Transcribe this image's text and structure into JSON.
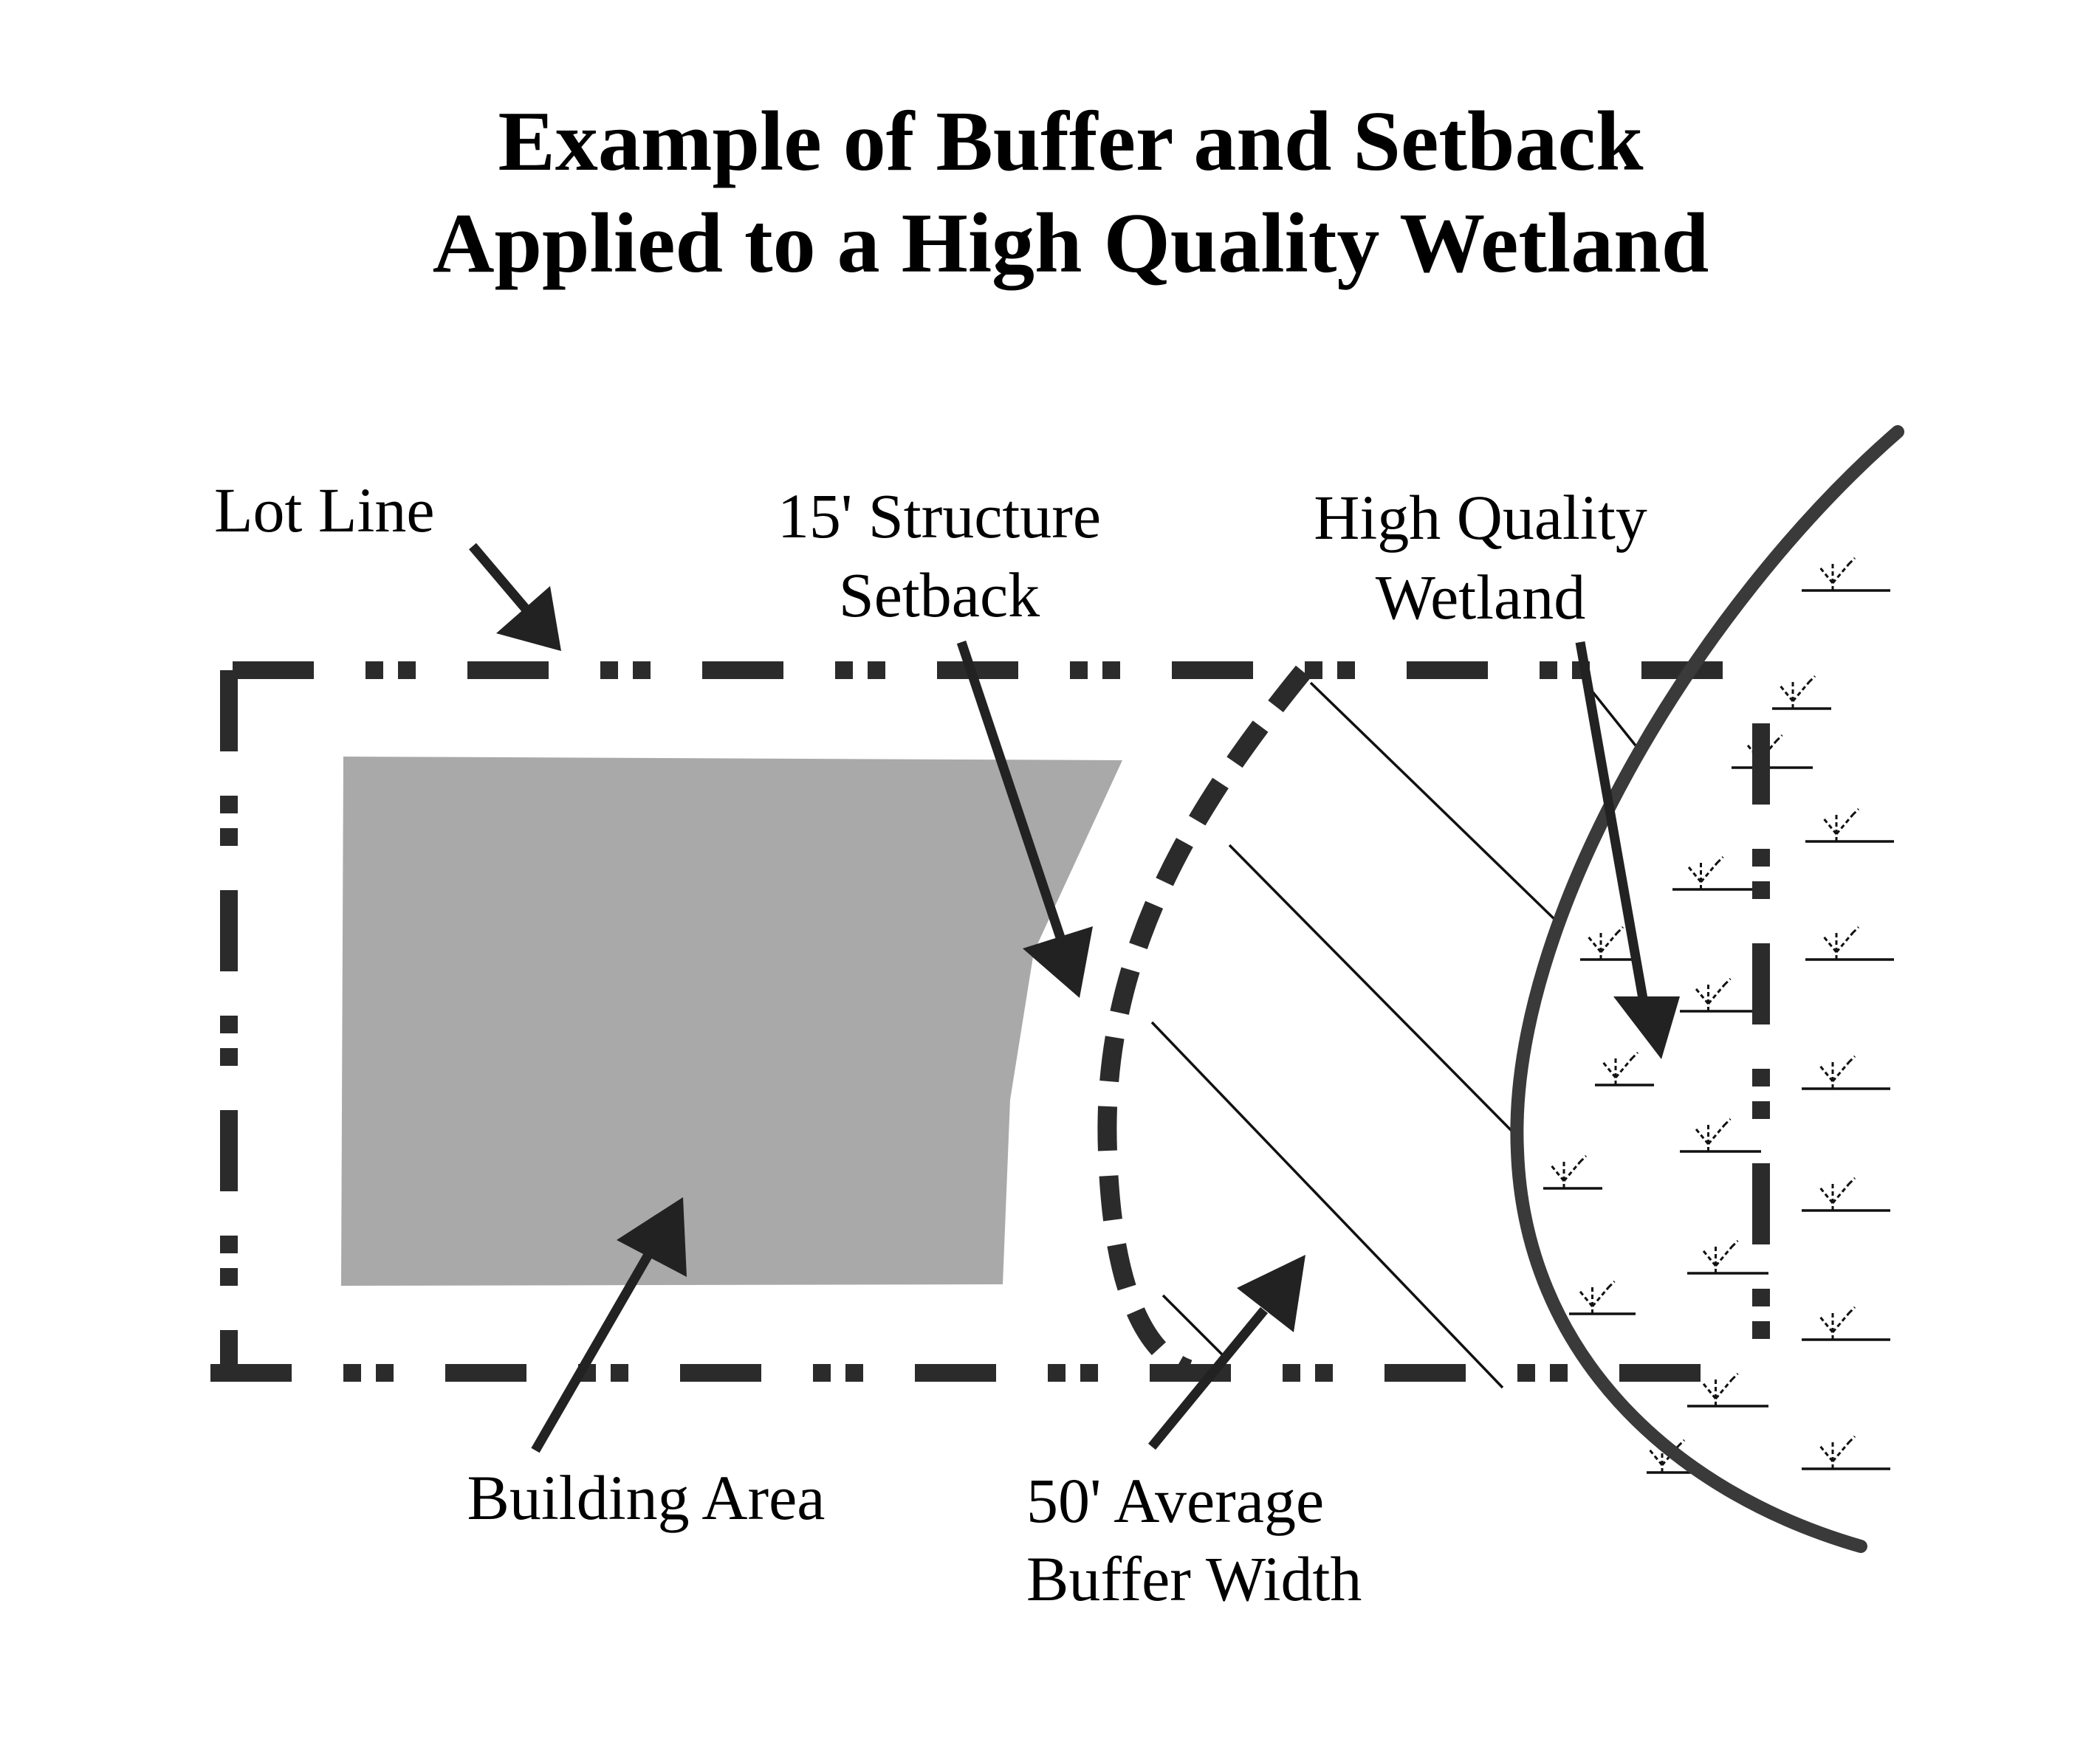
{
  "title": {
    "line1": "Example of Buffer and Setback",
    "line2": "Applied to a High Quality Wetland"
  },
  "labels": {
    "lot_line": "Lot Line",
    "setback_line1": "15' Structure",
    "setback_line2": "Setback",
    "wetland_line1": "High Quality",
    "wetland_line2": "Wetland",
    "building_area": "Building Area",
    "buffer_line1": "50' Average",
    "buffer_line2": "Buffer Width"
  },
  "colors": {
    "building_fill": "#a9a9a9",
    "line_color": "#2b2b2b",
    "text_color": "#000000"
  }
}
